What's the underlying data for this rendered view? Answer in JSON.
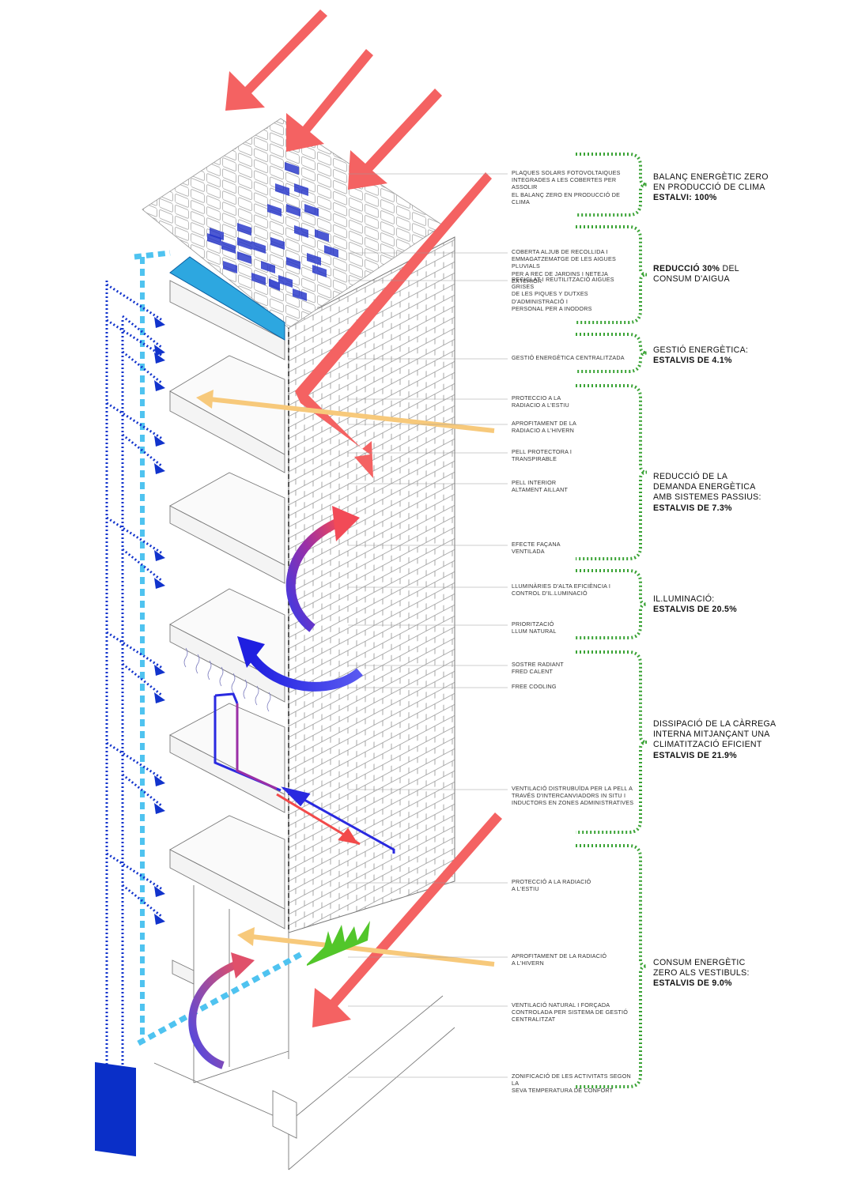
{
  "colors": {
    "sun": "#f46262",
    "winter_sun": "#f7c97b",
    "rain": "#2f6fe0",
    "rain_light": "#5ec8f2",
    "pv_blue": "#1f2fc8",
    "warm": "#e2234a",
    "cool": "#2a2ae0",
    "bracket": "#3aa335",
    "grass": "#52c62a",
    "tank": "#0a2fc8"
  },
  "icons": [
    "sun-ray-arrow",
    "winter-sun-arrow",
    "rain-downpipe",
    "rainwater-tank",
    "ventilation-arrow",
    "grass-tuft",
    "bracket"
  ],
  "callouts": [
    {
      "id": "pv",
      "text": "PLAQUES SOLARS FOTOVOLTAIQUES\nINTEGRADES A LES COBERTES PER ASSOLIR\nEL BALANÇ ZERO EN PRODUCCIÓ DE CLIMA"
    },
    {
      "id": "roof",
      "text": "COBERTA ALJUB DE RECOLLIDA I\nEMMAGATZEMATGE DE LES AIGUES PLUVIALS\nPER A REC DE JARDINS I NETEJA EXTERIOR"
    },
    {
      "id": "grey",
      "text": "RECICLAT I REUTILITZACIÓ AIGUES GRISES\nDE LES PIQUES Y DUTXES D'ADMINISTRACIÓ I\nPERSONAL PER A INODORS"
    },
    {
      "id": "central",
      "text": "GESTIÓ ENERGÈTICA CENTRALITZADA"
    },
    {
      "id": "prot1",
      "text": "PROTECCIO A LA\nRADIACIO A L'ESTIU"
    },
    {
      "id": "apro1",
      "text": "APROFITAMENT DE LA\nRADIACIO A L'HIVERN"
    },
    {
      "id": "pell1",
      "text": "PELL PROTECTORA I\nTRANSPIRABLE"
    },
    {
      "id": "pell2",
      "text": "PELL INTERIOR\nALTAMENT AILLANT"
    },
    {
      "id": "facana",
      "text": "EFECTE FAÇANA\nVENTILADA"
    },
    {
      "id": "lum",
      "text": "LLUMINÀRIES D'ALTA EFICIÈNCIA I\nCONTROL D'IL.LUMINACIÓ"
    },
    {
      "id": "prio",
      "text": "PRIORITZACIÓ\nLLUM NATURAL"
    },
    {
      "id": "sostre",
      "text": "SOSTRE RADIANT\nFRED CALENT"
    },
    {
      "id": "free",
      "text": "FREE COOLING"
    },
    {
      "id": "vent",
      "text": "VENTILACIÓ DISTRUBUÏDA PER LA PELL A\nTRAVÉS D'INTERCANVIADORS IN SITU I\nINDUCTORS EN ZONES ADMINISTRATIVES"
    },
    {
      "id": "prot2",
      "text": "PROTECCIÓ A LA RADIACIÓ\nA L'ESTIU"
    },
    {
      "id": "apro2",
      "text": "APROFITAMENT DE LA RADIACIÓ\nA L'HIVERN"
    },
    {
      "id": "ventnat",
      "text": "VENTILACIÓ NATURAL I FORÇADA\nCONTROLADA PER SISTEMA DE GESTIÓ\nCENTRALITZAT"
    },
    {
      "id": "zon",
      "text": "ZONIFICACIÓ DE LES ACTIVITATS SEGON LA\nSEVA TEMPERATURA DE CONFORT"
    }
  ],
  "summaries": [
    {
      "id": "s1",
      "lines": [
        {
          "t": "BALANÇ ENERGÈTIC ZERO",
          "b": false
        },
        {
          "t": "EN PRODUCCIÓ DE CLIMA",
          "b": false
        },
        {
          "t": "ESTALVI: 100%",
          "b": true
        }
      ]
    },
    {
      "id": "s2",
      "lines": [
        {
          "t": "REDUCCIÓ 30%",
          "b": true,
          "rest": " DEL"
        },
        {
          "t": "CONSUM D'AIGUA",
          "b": false
        }
      ]
    },
    {
      "id": "s3",
      "lines": [
        {
          "t": "GESTIÓ ENERGÈTICA:",
          "b": false
        },
        {
          "t": "ESTALVIS DE 4.1%",
          "b": true
        }
      ]
    },
    {
      "id": "s4",
      "lines": [
        {
          "t": "REDUCCIÓ DE LA",
          "b": false
        },
        {
          "t": "DEMANDA ENERGÈTICA",
          "b": false
        },
        {
          "t": "AMB SISTEMES PASSIUS:",
          "b": false
        },
        {
          "t": "ESTALVIS DE 7.3%",
          "b": true
        }
      ]
    },
    {
      "id": "s5",
      "lines": [
        {
          "t": "IL.LUMINACIÓ:",
          "b": false
        },
        {
          "t": "ESTALVIS DE 20.5%",
          "b": true
        }
      ]
    },
    {
      "id": "s6",
      "lines": [
        {
          "t": "DISSIPACIÓ DE LA CÀRREGA",
          "b": false
        },
        {
          "t": "INTERNA MITJANÇANT UNA",
          "b": false
        },
        {
          "t": "CLIMATITZACIÓ EFICIENT",
          "b": false
        },
        {
          "t": "ESTALVIS DE 21.9%",
          "b": true
        }
      ]
    },
    {
      "id": "s7",
      "lines": [
        {
          "t": "CONSUM ENERGÈTIC",
          "b": false
        },
        {
          "t": "ZERO ALS VESTIBULS:",
          "b": false
        },
        {
          "t": "ESTALVIS DE 9.0%",
          "b": true
        }
      ]
    }
  ]
}
